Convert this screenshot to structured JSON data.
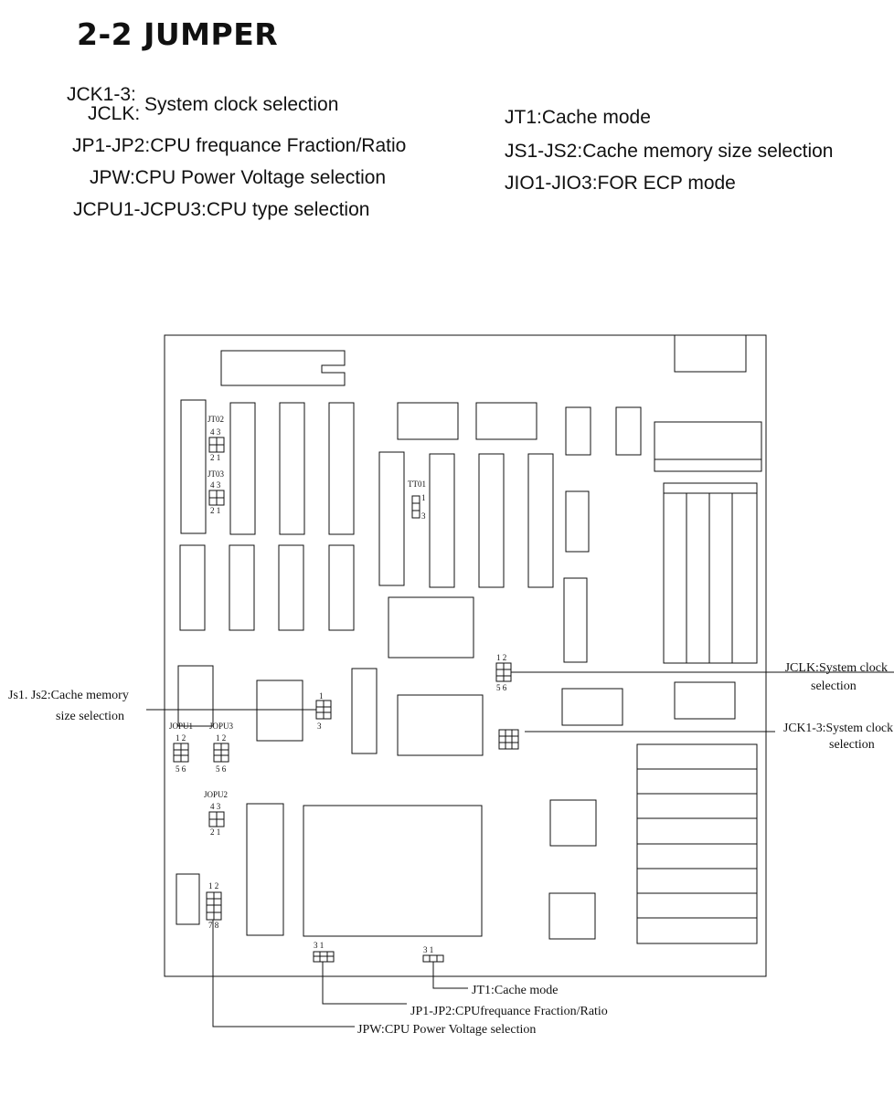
{
  "page": {
    "title": "2-2 JUMPER",
    "legend_left": [
      "JCK1-3:",
      "JCLK:",
      "System clock selection",
      "JP1-JP2:CPU frequance Fraction/Ratio",
      "JPW:CPU Power Voltage  selection",
      "JCPU1-JCPU3:CPU type selection"
    ],
    "legend_right": [
      "JT1:Cache mode",
      "JS1-JS2:Cache memory size selection",
      "JIO1-JIO3:FOR ECP mode"
    ]
  },
  "diagram": {
    "callouts": {
      "jclk_1": "JCLK:System clock",
      "jclk_2": "selection",
      "jck_1": "JCK1-3:System clock",
      "jck_2": "selection",
      "js_1": "Js1. Js2:Cache memory",
      "js_2": "size selection",
      "jt1": "JT1:Cache mode",
      "jp": "JP1-JP2:CPUfrequance Fraction/Ratio",
      "jpw": "JPW:CPU Power Voltage selection"
    },
    "jumper_labels": {
      "jt02": "JT02",
      "jt03": "JT03",
      "tt01": "TT01",
      "jopu1": "JOPU1",
      "jopu3": "JOPU3",
      "jopu2": "JOPU2"
    },
    "pin_numbers": {
      "p43": "4 3",
      "p21": "2 1",
      "p12": "1 2",
      "p56": "5 6",
      "p78": "7 8",
      "p1": "1",
      "p3": "3",
      "p3_1": "3   1"
    }
  }
}
